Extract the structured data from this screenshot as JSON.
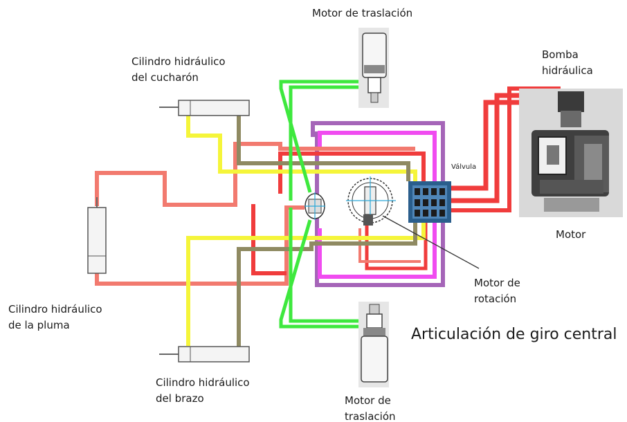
{
  "labels": {
    "motor_traslacion_top": "Motor de traslación",
    "cilindro_cucharon": [
      "Cilindro hidráulico",
      "del cucharón"
    ],
    "bomba": [
      "Bomba",
      "hidráulica"
    ],
    "valvula": "Válvula",
    "motor": "Motor",
    "motor_rotacion": [
      "Motor de",
      "rotación"
    ],
    "cilindro_pluma": [
      "Cilindro hidráulico",
      "de la pluma"
    ],
    "articulacion": "Articulación de giro central",
    "cilindro_brazo": [
      "Cilindro hidráulico",
      "del brazo"
    ],
    "motor_traslacion_bottom": [
      "Motor de",
      "traslación"
    ]
  },
  "line_colors": {
    "red": "#f03c3c",
    "salmon": "#f27a6f",
    "yellow": "#f5f53a",
    "olive": "#8f8a62",
    "green": "#3ee83e",
    "magenta": "#f04cf0",
    "purple": "#a565b8"
  }
}
